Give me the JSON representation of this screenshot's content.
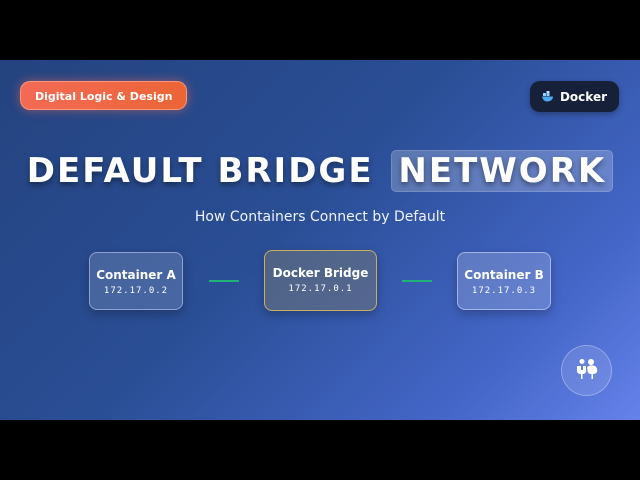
{
  "header": {
    "course_tag": "Digital Logic & Design",
    "brand_badge": {
      "icon": "docker-whale-icon",
      "label": "Docker"
    }
  },
  "title": {
    "main": "DEFAULT BRIDGE",
    "highlight": "NETWORK",
    "subtitle": "How Containers Connect by Default"
  },
  "diagram": {
    "nodes": [
      {
        "name": "Container A",
        "ip": "172.17.0.2"
      },
      {
        "name": "Docker Bridge",
        "ip": "172.17.0.1"
      },
      {
        "name": "Container B",
        "ip": "172.17.0.3"
      }
    ],
    "link_color": "#21b27a",
    "bridge_border_color": "#c7ad68"
  },
  "footer": {
    "icon": "people-network-icon"
  },
  "colors": {
    "tag_gradient": [
      "#f36a55",
      "#ec6536"
    ],
    "badge_bg": "#162038",
    "background_gradient": [
      "#24437f",
      "#6582ea"
    ]
  }
}
